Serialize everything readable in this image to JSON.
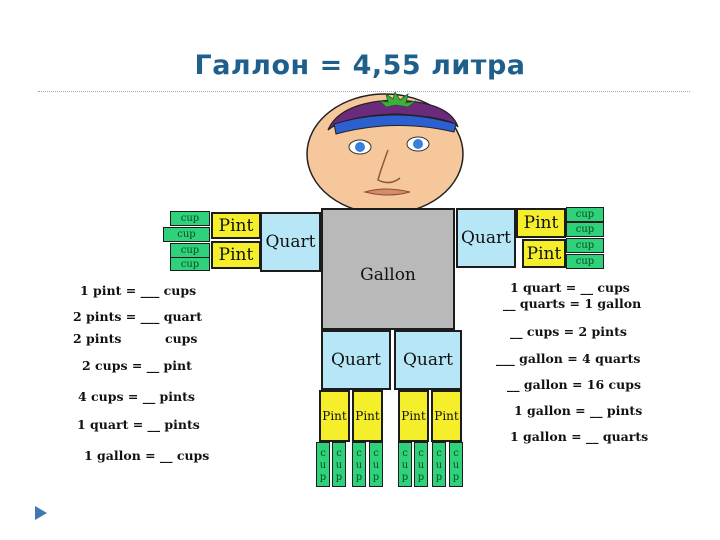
{
  "title": "Галлон = 4,55 литра",
  "colors": {
    "cup": "#2fd27a",
    "pint": "#f4ef2a",
    "quart": "#b7e7f6",
    "gallon": "#b9b9b9",
    "title": "#1f5f8b"
  },
  "figure": {
    "cup": "cup",
    "pint": "Pint",
    "quart": "Quart",
    "gallon": "Gallon",
    "cup_vertical": [
      "c",
      "u",
      "p"
    ]
  },
  "left_questions": [
    "1 pint = ___ cups",
    "2 pints = ___ quart",
    "2 pints          cups",
    "2 cups = __ pint",
    "4 cups = __ pints",
    "1 quart = __ pints",
    "1 gallon = __ cups"
  ],
  "right_questions": [
    "1 quart = __ cups",
    "__ quarts = 1 gallon",
    "__ cups = 2 pints",
    "___ gallon = 4 quarts",
    "__ gallon = 16 cups",
    "1 gallon = __ pints",
    "1 gallon = __ quarts"
  ],
  "icons": {
    "bullet": "triangle-right-icon"
  }
}
